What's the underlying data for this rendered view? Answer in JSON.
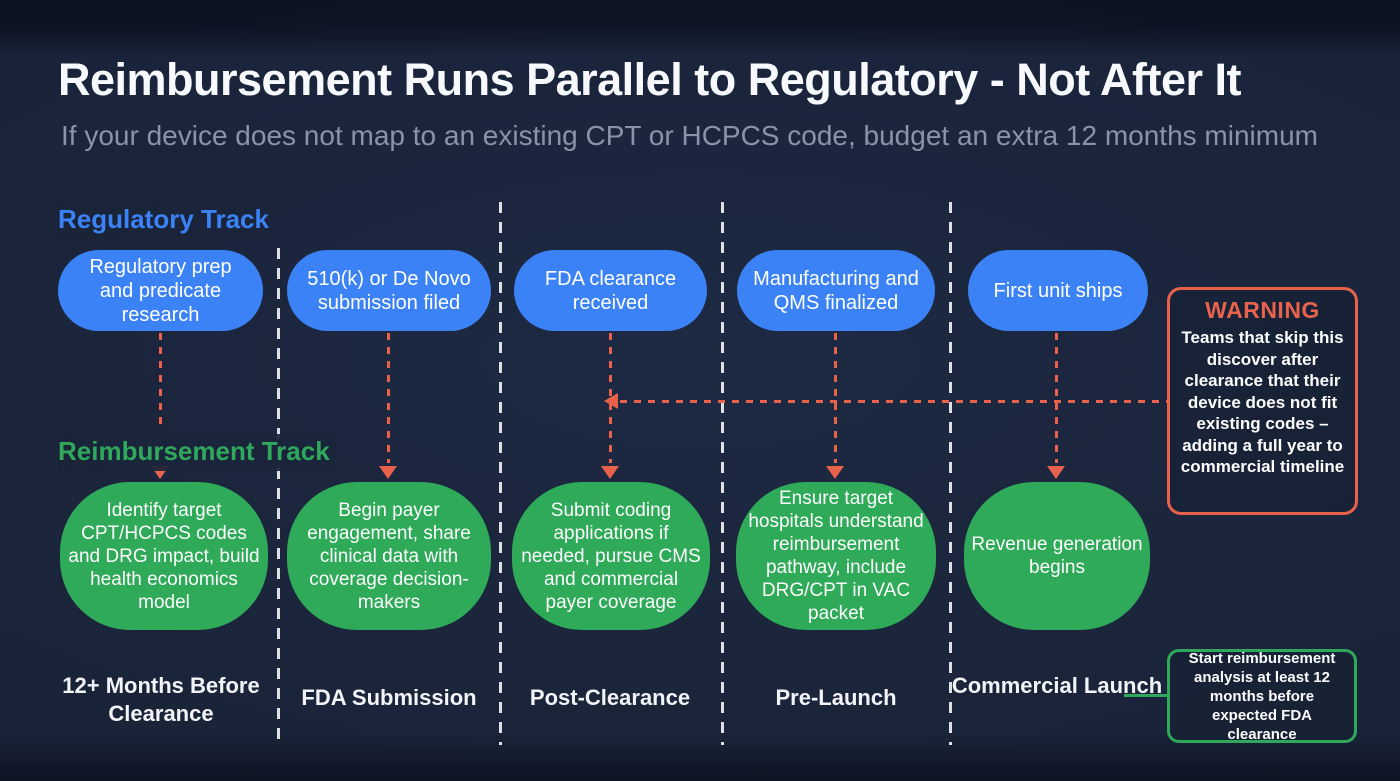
{
  "header": {
    "title": "Reimbursement Runs Parallel to Regulatory - Not After It",
    "subtitle": "If your device does not map to an existing CPT or HCPCS code, budget an extra 12 months minimum"
  },
  "tracks": {
    "regulatory": {
      "label": "Regulatory Track",
      "color": "#3b82f6",
      "steps": [
        "Regulatory prep and predicate research",
        "510(k) or De Novo submission filed",
        "FDA clearance received",
        "Manufacturing and QMS finalized",
        "First unit ships"
      ]
    },
    "reimbursement": {
      "label": "Reimbursement Track",
      "color": "#2faa58",
      "steps": [
        "Identify target CPT/HCPCS codes and DRG impact, build health economics model",
        "Begin payer engagement, share clinical data with coverage decision-makers",
        "Submit coding applications if needed, pursue CMS and commercial payer coverage",
        "Ensure target hospitals understand reimbursement pathway, include DRG/CPT in VAC packet",
        "Revenue generation begins"
      ]
    }
  },
  "phases": [
    "12+ Months Before Clearance",
    "FDA Submission",
    "Post-Clearance",
    "Pre-Launch",
    "Commercial Launch"
  ],
  "warning": {
    "title": "WARNING",
    "body": "Teams that skip this discover after clearance that their device does not fit existing codes – adding a full year to commercial timeline"
  },
  "callout": {
    "text": "Start reimbursement analysis at least 12 months before expected FDA clearance"
  },
  "colors": {
    "background": "#1a2439",
    "edge_band": "#0c1322",
    "regulatory_blue": "#3b82f6",
    "reimbursement_green": "#2faa58",
    "arrow_orange": "#e8614b",
    "separator_white": "#e8eaef",
    "subtitle_gray": "#8a93a7"
  }
}
